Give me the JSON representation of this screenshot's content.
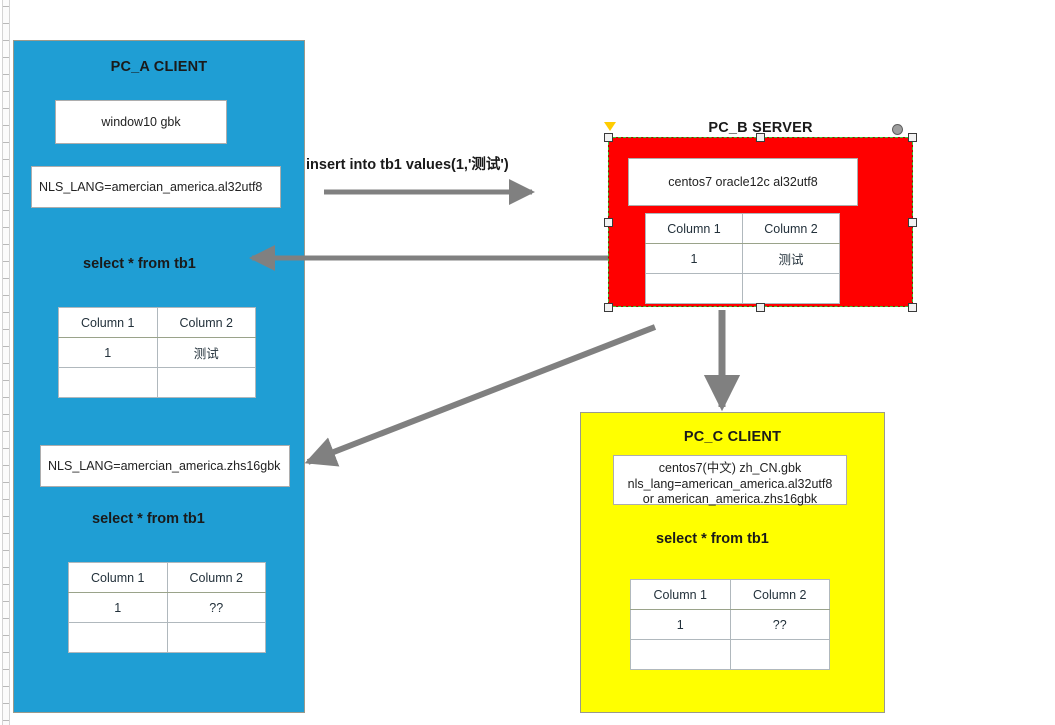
{
  "diagram": {
    "title_text_present": false,
    "pc_a": {
      "title": "PC_A CLIENT",
      "panel_color": "#1f9ed4",
      "os_box": "window10 gbk",
      "nls_box_top": "NLS_LANG=amercian_america.al32utf8",
      "sql_label_1": "select * from tb1",
      "table_1": {
        "headers": [
          "Column 1",
          "Column 2"
        ],
        "rows": [
          [
            "1",
            "测试"
          ],
          [
            "",
            ""
          ]
        ]
      },
      "nls_box_bottom": "NLS_LANG=amercian_america.zhs16gbk",
      "sql_label_2": "select * from tb1",
      "table_2": {
        "headers": [
          "Column 1",
          "Column 2"
        ],
        "rows": [
          [
            "1",
            "??"
          ],
          [
            "",
            ""
          ]
        ]
      }
    },
    "pc_b": {
      "title": "PC_B SERVER",
      "panel_color": "#ff0000",
      "os_box": "centos7  oracle12c   al32utf8",
      "table": {
        "headers": [
          "Column 1",
          "Column 2"
        ],
        "rows": [
          [
            "1",
            "测试"
          ],
          [
            "",
            ""
          ]
        ]
      },
      "selected": true
    },
    "pc_c": {
      "title": "PC_C CLIENT",
      "panel_color": "#ffff00",
      "os_box": "centos7(中文) zh_CN.gbk\nnls_lang=american_america.al32utf8\nor  american_america.zhs16gbk",
      "sql_label": "select * from tb1",
      "table": {
        "headers": [
          "Column 1",
          "Column 2"
        ],
        "rows": [
          [
            "1",
            "??"
          ],
          [
            "",
            ""
          ]
        ]
      }
    },
    "arrows": {
      "insert_label": "insert into  tb1 values(1,'测试')",
      "color": "#808080"
    }
  }
}
